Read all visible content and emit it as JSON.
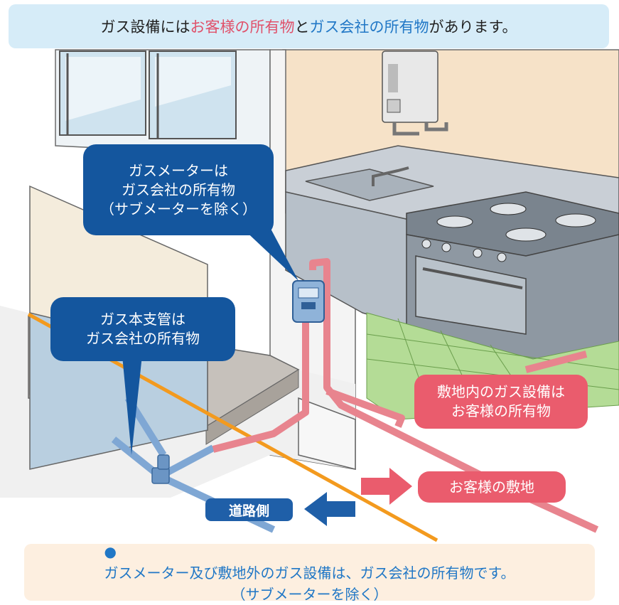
{
  "header": {
    "prefix": "ガス設備には",
    "customer_property": "お客様の所有物",
    "connector": "と",
    "company_property": "ガス会社の所有物",
    "suffix": "があります。"
  },
  "callouts": {
    "gas_meter": [
      "ガスメーターは",
      "ガス会社の所有物",
      "（サブメーターを除く）"
    ],
    "main_pipe": [
      "ガス本支管は",
      "ガス会社の所有物"
    ],
    "inside_premises": [
      "敷地内のガス設備は",
      "お客様の所有物"
    ],
    "customer_premises": "お客様の敷地",
    "road_side": "道路側"
  },
  "footer": {
    "bullet": "●",
    "line1": "ガスメーター及び敷地外のガス設備は、ガス会社の所有物です。",
    "line2": "（サブメーターを除く）"
  },
  "colors": {
    "company_blue": "#14569e",
    "customer_pink": "#ea5c6d",
    "boundary_orange": "#f39a1e",
    "header_bg": "#d6ecf8",
    "footer_bg": "#fdefe0"
  }
}
